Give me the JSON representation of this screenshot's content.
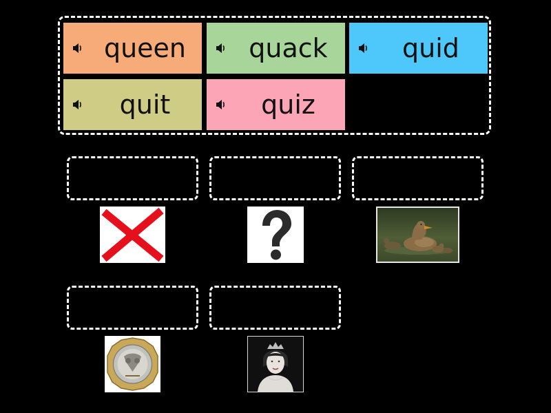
{
  "word_tiles": [
    {
      "word": "queen",
      "color": "#f6ab78"
    },
    {
      "word": "quack",
      "color": "#a8d59a"
    },
    {
      "word": "quid",
      "color": "#4ec8fb"
    },
    {
      "word": "quit",
      "color": "#cfcd85"
    },
    {
      "word": "quiz",
      "color": "#fba5b7"
    }
  ],
  "icons": {
    "tile_audio": "speaker-icon"
  },
  "pictures": [
    "cross-x-image",
    "question-mark-image",
    "duck-image",
    "pound-coin-image",
    "queen-portrait-image"
  ],
  "colors": {
    "background": "#000000",
    "dashed_border": "#ffffff",
    "cross_red": "#e60f1c"
  }
}
